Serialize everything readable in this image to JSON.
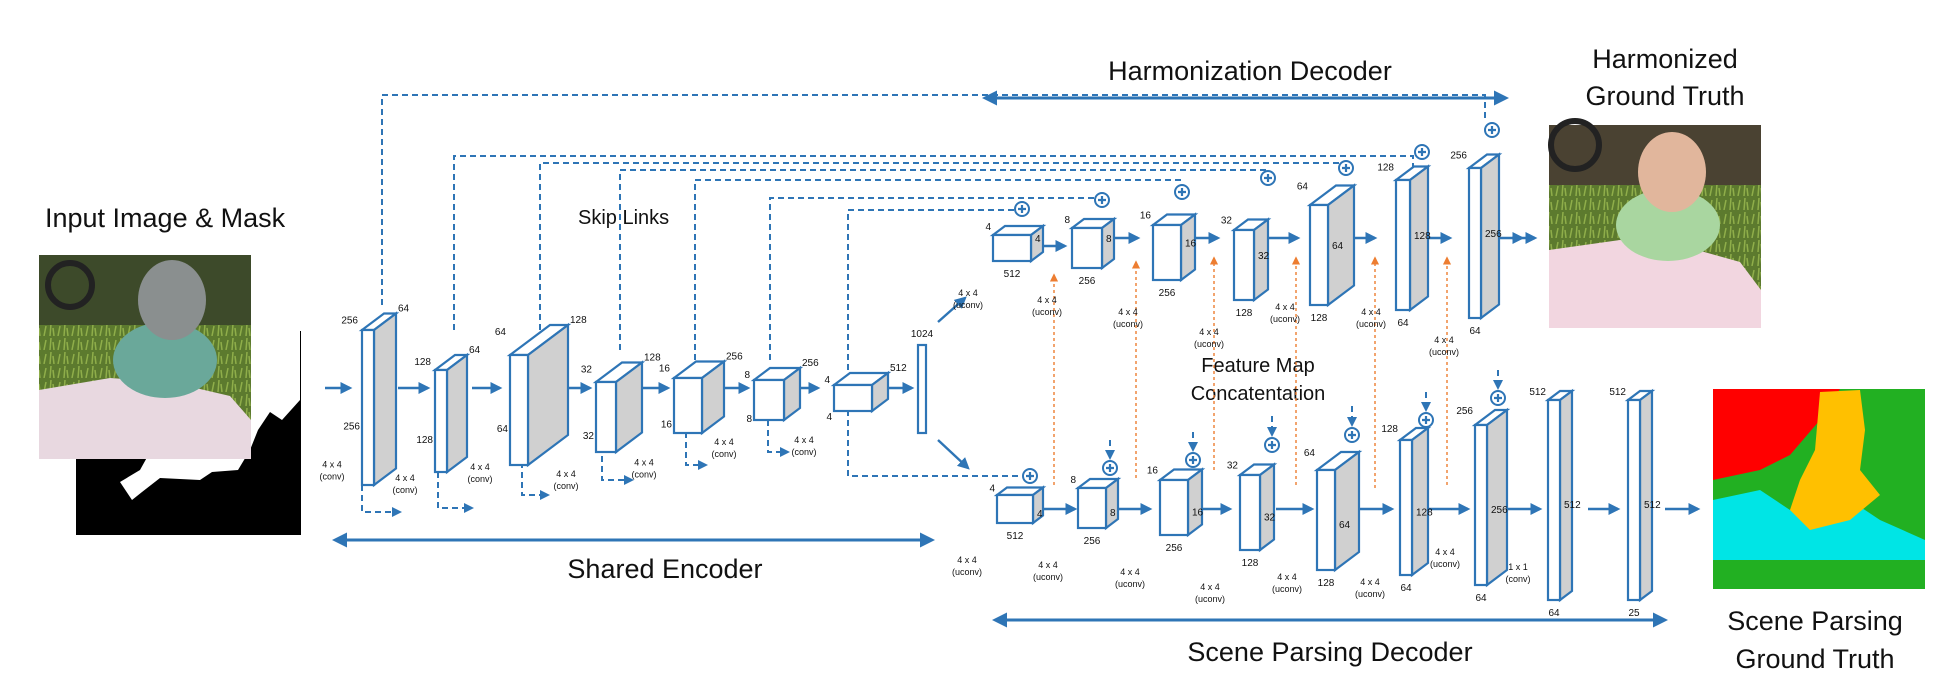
{
  "titles": {
    "input": "Input Image & Mask",
    "harmonized_line1": "Harmonized",
    "harmonized_line2": "Ground Truth",
    "scene_line1": "Scene Parsing",
    "scene_line2": "Ground Truth",
    "harmonization_decoder": "Harmonization Decoder",
    "shared_encoder": "Shared Encoder",
    "scene_parsing_decoder": "Scene Parsing Decoder",
    "skip_links": "Skip Links",
    "concat_line1": "Feature Map",
    "concat_line2": "Concatentation"
  },
  "colors": {
    "block_stroke": "#2e75b6",
    "block_side": "#d0d0d0",
    "concat_arrow": "#ed7d31",
    "label_red": "#ff0000",
    "label_green": "#22b022",
    "label_cyan": "#00e5e5",
    "label_orange": "#ffc000"
  },
  "encoder": [
    {
      "depth": "64",
      "height": "256",
      "width": "256",
      "op1": "4 x 4",
      "op2": "(conv)"
    },
    {
      "depth": "64",
      "height": "128",
      "width": "128",
      "op1": "4 x 4",
      "op2": "(conv)"
    },
    {
      "depth": "128",
      "height": "64",
      "width": "64",
      "op1": "4 x 4",
      "op2": "(conv)"
    },
    {
      "depth": "128",
      "height": "32",
      "width": "32",
      "op1": "4 x 4",
      "op2": "(conv)"
    },
    {
      "depth": "256",
      "height": "16",
      "width": "16",
      "op1": "4 x 4",
      "op2": "(conv)"
    },
    {
      "depth": "256",
      "height": "8",
      "width": "8",
      "op1": "4 x 4",
      "op2": "(conv)"
    },
    {
      "depth": "512",
      "height": "4",
      "width": "4",
      "op1": "4 x 4",
      "op2": "(conv)"
    }
  ],
  "bottleneck": {
    "label": "1024"
  },
  "harmonization": [
    {
      "depth": "512",
      "height": "4",
      "width": "4",
      "op1": "4 x 4",
      "op2": "(uconv)"
    },
    {
      "depth": "256",
      "height": "8",
      "width": "8",
      "op1": "4 x 4",
      "op2": "(uconv)"
    },
    {
      "depth": "256",
      "height": "16",
      "width": "16",
      "op1": "4 x 4",
      "op2": "(uconv)"
    },
    {
      "depth": "128",
      "height": "32",
      "width": "32",
      "op1": "4 x 4",
      "op2": "(uconv)"
    },
    {
      "depth": "128",
      "height": "64",
      "width": "64",
      "op1": "4 x 4",
      "op2": "(uconv)"
    },
    {
      "depth": "64",
      "height": "128",
      "width": "128",
      "op1": "4 x 4",
      "op2": "(uconv)"
    },
    {
      "depth": "64",
      "height": "256",
      "width": "256",
      "op1": "4 x 4",
      "op2": "(uconv)"
    }
  ],
  "scene": [
    {
      "depth": "512",
      "height": "4",
      "width": "4",
      "op1": "4 x 4",
      "op2": "(uconv)"
    },
    {
      "depth": "256",
      "height": "8",
      "width": "8",
      "op1": "4 x 4",
      "op2": "(uconv)"
    },
    {
      "depth": "256",
      "height": "16",
      "width": "16",
      "op1": "4 x 4",
      "op2": "(uconv)"
    },
    {
      "depth": "128",
      "height": "32",
      "width": "32",
      "op1": "4 x 4",
      "op2": "(uconv)"
    },
    {
      "depth": "128",
      "height": "64",
      "width": "64",
      "op1": "4 x 4",
      "op2": "(uconv)"
    },
    {
      "depth": "64",
      "height": "128",
      "width": "128",
      "op1": "4 x 4",
      "op2": "(uconv)"
    },
    {
      "depth": "64",
      "height": "256",
      "width": "256",
      "op1": "4 x 4",
      "op2": "(uconv)"
    },
    {
      "depth": "64",
      "height": "512",
      "width": "512",
      "op1": "1 x 1",
      "op2": "(conv)"
    },
    {
      "depth": "25",
      "height": "512",
      "width": "512",
      "op1": "",
      "op2": ""
    }
  ]
}
